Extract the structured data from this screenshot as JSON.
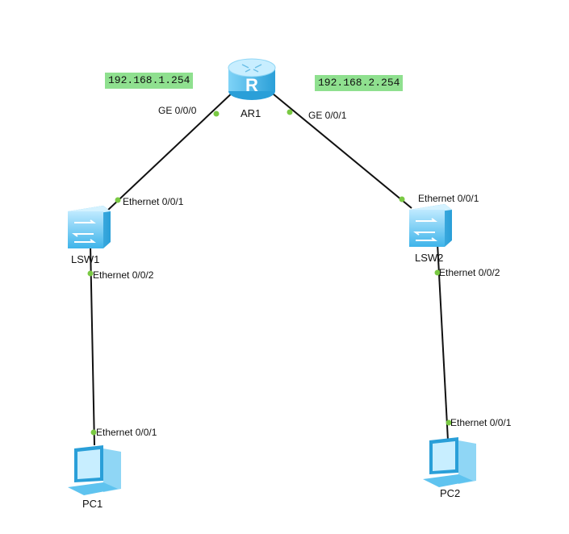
{
  "colors": {
    "ip_bg": "#8fe08f",
    "link": "#111111",
    "port_dot": "#7ac943",
    "device_blue": "#5fc3ef"
  },
  "ip_labels": {
    "left": "192.168.1.254",
    "right": "192.168.2.254"
  },
  "devices": {
    "ar1": {
      "name": "AR1",
      "icon": "router-icon"
    },
    "lsw1": {
      "name": "LSW1",
      "icon": "switch-icon"
    },
    "lsw2": {
      "name": "LSW2",
      "icon": "switch-icon"
    },
    "pc1": {
      "name": "PC1",
      "icon": "pc-icon"
    },
    "pc2": {
      "name": "PC2",
      "icon": "pc-icon"
    }
  },
  "ports": {
    "ar1_ge000": "GE 0/0/0",
    "ar1_ge001": "GE 0/0/1",
    "lsw1_eth1": "Ethernet 0/0/1",
    "lsw1_eth2": "Ethernet 0/0/2",
    "pc1_eth1": "Ethernet 0/0/1",
    "lsw2_eth1": "Ethernet 0/0/1",
    "lsw2_eth2": "Ethernet 0/0/2",
    "pc2_eth1": "Ethernet 0/0/1"
  }
}
